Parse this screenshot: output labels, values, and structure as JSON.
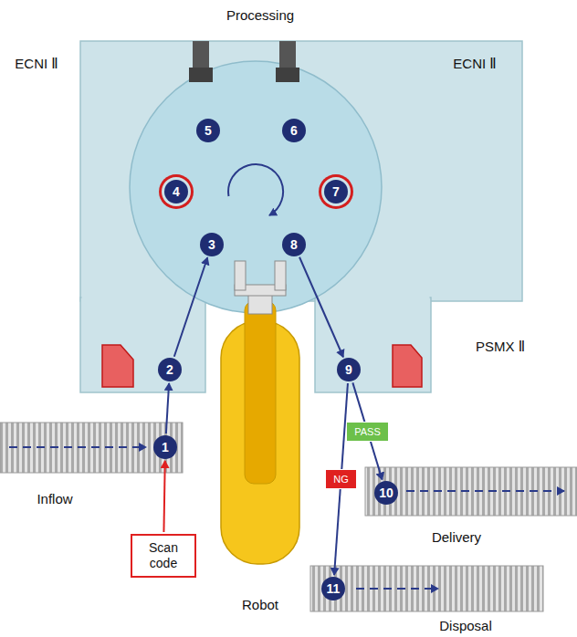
{
  "diagram": {
    "nodes": [
      {
        "text": [
          "1"
        ]
      },
      {
        "text": [
          "2"
        ]
      },
      {
        "text": [
          "3"
        ]
      },
      {
        "text": [
          "4"
        ]
      },
      {
        "text": [
          "5"
        ]
      },
      {
        "text": [
          "6"
        ]
      },
      {
        "text": [
          "7"
        ]
      },
      {
        "text": [
          "8"
        ]
      },
      {
        "text": [
          "9"
        ]
      },
      {
        "text": [
          "10"
        ]
      },
      {
        "text": [
          "11"
        ]
      },
      {
        "text": [
          "Scan code"
        ]
      }
    ],
    "edges": [
      {
        "from": 11,
        "to": 0,
        "arrow": "to"
      },
      {
        "from": 0,
        "to": 1,
        "arrow": "to"
      },
      {
        "from": 1,
        "to": 2,
        "arrow": "to"
      },
      {
        "from": 7,
        "to": 8,
        "arrow": "to"
      },
      {
        "from": 8,
        "to": 9,
        "label": "PASS",
        "arrow": "to"
      },
      {
        "from": 8,
        "to": 10,
        "label": "NG",
        "arrow": "to"
      }
    ],
    "labels": [
      "Processing",
      "ECNI Ⅱ",
      "ECNI Ⅱ",
      "PSMX Ⅱ",
      "Inflow",
      "Robot",
      "Delivery",
      "Disposal"
    ]
  }
}
